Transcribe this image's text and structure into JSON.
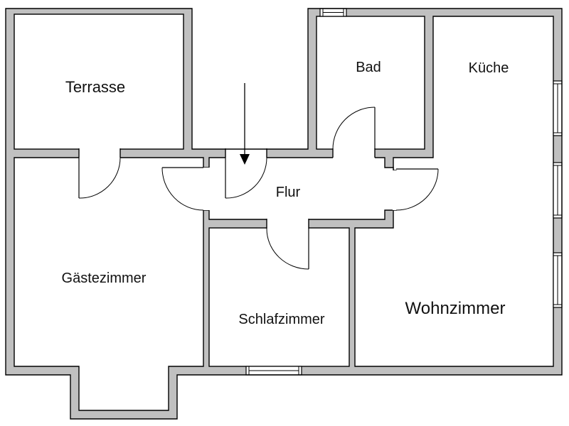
{
  "plan": {
    "rooms": [
      {
        "id": "terrasse",
        "label": "Terrasse"
      },
      {
        "id": "bad",
        "label": "Bad"
      },
      {
        "id": "kueche",
        "label": "Küche"
      },
      {
        "id": "flur",
        "label": "Flur"
      },
      {
        "id": "gaestezimmer",
        "label": "Gästezimmer"
      },
      {
        "id": "schlafzimmer",
        "label": "Schlafzimmer"
      },
      {
        "id": "wohnzimmer",
        "label": "Wohnzimmer"
      }
    ],
    "entrance_marker": "entrance-arrow",
    "colors": {
      "wall": "#c0c0c0",
      "outline": "#000000",
      "floor": "#ffffff"
    }
  }
}
